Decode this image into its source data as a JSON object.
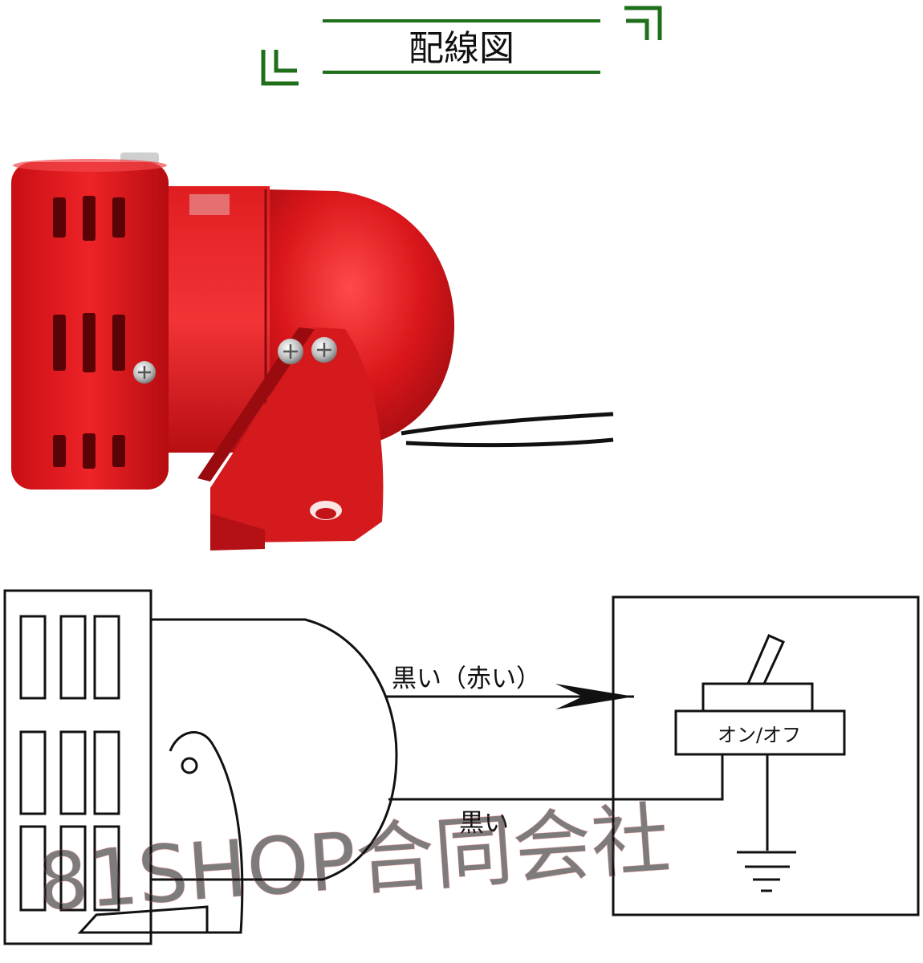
{
  "header": {
    "title": "配線図",
    "accent_color": "#1f6e1a"
  },
  "product_photo": {
    "body_color": "#d9161a",
    "wire_color": "#111111"
  },
  "diagram": {
    "wire_top_label": "黒い（赤い）",
    "wire_bottom_label": "黒い",
    "switch_label": "オン/オフ",
    "line_color": "#111111"
  },
  "watermark": {
    "text": "81SHOP合同会社",
    "color": "#f08a8a"
  }
}
